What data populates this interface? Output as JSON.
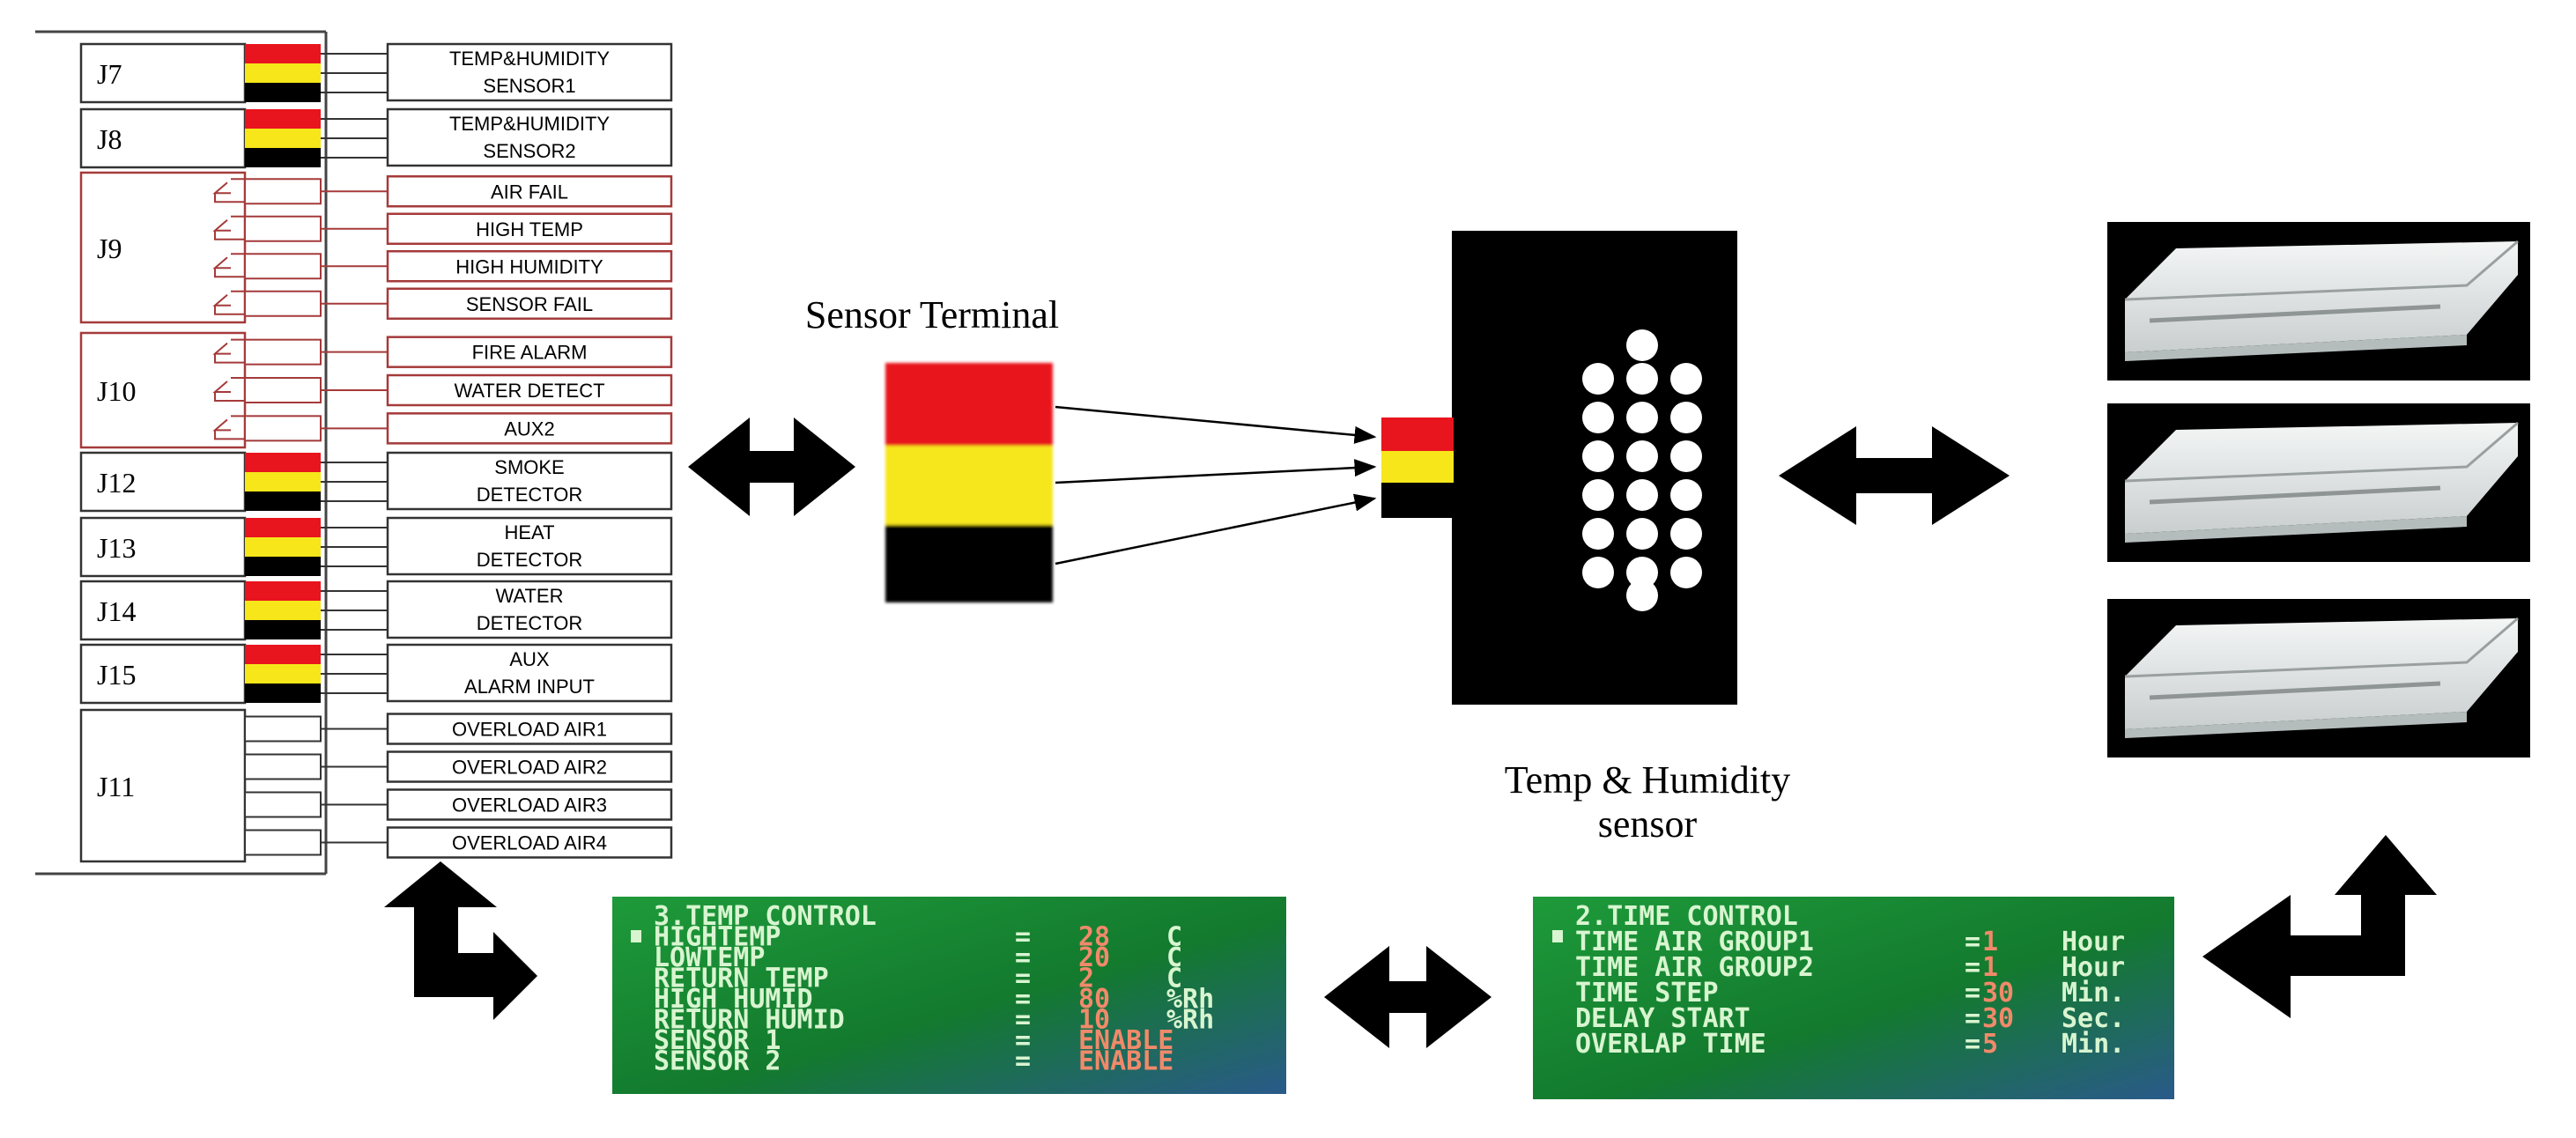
{
  "connectors": [
    {
      "id": "J7",
      "kind": "color",
      "labels": [
        "TEMP&HUMIDITY SENSOR1"
      ],
      "lines": [
        [
          "TEMP&HUMIDITY",
          "SENSOR1"
        ]
      ]
    },
    {
      "id": "J8",
      "kind": "color",
      "labels": [
        "TEMP&HUMIDITY SENSOR2"
      ],
      "lines": [
        [
          "TEMP&HUMIDITY",
          "SENSOR2"
        ]
      ]
    },
    {
      "id": "J9",
      "kind": "relay",
      "labels": [
        "AIR FAIL",
        "HIGH TEMP",
        "HIGH HUMIDITY",
        "SENSOR FAIL"
      ]
    },
    {
      "id": "J10",
      "kind": "relay",
      "labels": [
        "FIRE ALARM",
        "WATER DETECT",
        "AUX2"
      ]
    },
    {
      "id": "J12",
      "kind": "color",
      "labels": [
        "SMOKE DETECTOR"
      ],
      "lines": [
        [
          "SMOKE",
          "DETECTOR"
        ]
      ]
    },
    {
      "id": "J13",
      "kind": "color",
      "labels": [
        "HEAT DETECTOR"
      ],
      "lines": [
        [
          "HEAT",
          "DETECTOR"
        ]
      ]
    },
    {
      "id": "J14",
      "kind": "color",
      "labels": [
        "WATER DETECTOR"
      ],
      "lines": [
        [
          "WATER",
          "DETECTOR"
        ]
      ]
    },
    {
      "id": "J15",
      "kind": "color",
      "labels": [
        "AUX ALARM INPUT"
      ],
      "lines": [
        [
          "AUX",
          "ALARM INPUT"
        ]
      ]
    },
    {
      "id": "J11",
      "kind": "overload",
      "labels": [
        "OVERLOAD AIR1",
        "OVERLOAD AIR2",
        "OVERLOAD AIR3",
        "OVERLOAD AIR4"
      ]
    }
  ],
  "sensor_terminal_label": "Sensor Terminal",
  "sensor_label": [
    "Temp & Humidity",
    "sensor"
  ],
  "temp_control": {
    "title": "3.TEMP CONTROL",
    "rows": [
      {
        "name": "HIGHTEMP",
        "sep": "=",
        "value": "28",
        "unit": "C"
      },
      {
        "name": "LOWTEMP",
        "sep": "=",
        "value": "20",
        "unit": "C"
      },
      {
        "name": "RETURN TEMP",
        "sep": "=",
        "value": "2",
        "unit": "C"
      },
      {
        "name": "HIGH HUMID",
        "sep": "=",
        "value": "80",
        "unit": "%Rh"
      },
      {
        "name": "RETURN HUMID",
        "sep": "=",
        "value": "10",
        "unit": "%Rh"
      },
      {
        "name": "SENSOR 1",
        "sep": "=",
        "value": "ENABLE",
        "unit": ""
      },
      {
        "name": "SENSOR 2",
        "sep": "=",
        "value": "ENABLE",
        "unit": ""
      }
    ]
  },
  "time_control": {
    "title": "2.TIME CONTROL",
    "rows": [
      {
        "name": "TIME AIR GROUP1",
        "sep": "=",
        "value": "1",
        "unit": "Hour"
      },
      {
        "name": "TIME AIR GROUP2",
        "sep": "=",
        "value": "1",
        "unit": "Hour"
      },
      {
        "name": "TIME STEP",
        "sep": "=",
        "value": "30",
        "unit": "Min."
      },
      {
        "name": "DELAY START",
        "sep": "=",
        "value": "30",
        "unit": "Sec."
      },
      {
        "name": "OVERLAP TIME",
        "sep": "=",
        "value": "5",
        "unit": "Min."
      }
    ]
  },
  "colors": {
    "red": "#e8141e",
    "yellow": "#f6e61a",
    "black": "#000000",
    "relay_border": "#a53a3a",
    "lcd_bg": "#178a35",
    "lcd_text": "#d8f5d0",
    "lcd_value": "#f08a6a"
  },
  "icons": [
    "double-arrow-icon",
    "corner-arrow-icon",
    "ceiling-ac-unit-icon"
  ]
}
